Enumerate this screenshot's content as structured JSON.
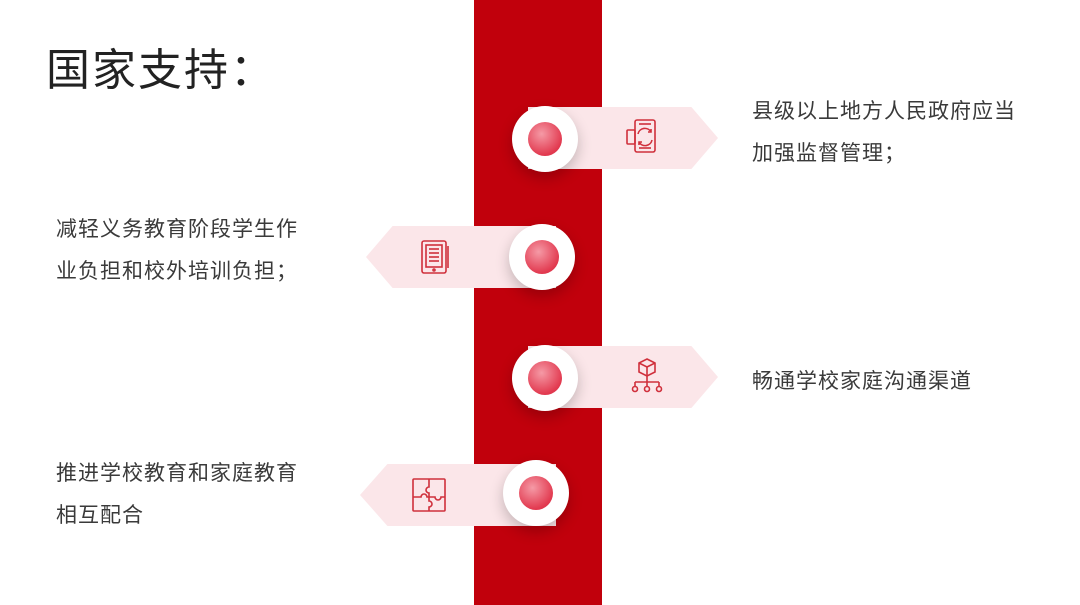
{
  "title": "国家支持：",
  "items": [
    {
      "lines": [
        "县级以上地方人民政府应当",
        "加强监督管理；"
      ],
      "icon": "mobile-sync-icon"
    },
    {
      "lines": [
        "减轻义务教育阶段学生作",
        "业负担和校外培训负担；"
      ],
      "icon": "tablet-document-icon"
    },
    {
      "lines": [
        "畅通学校家庭沟通渠道"
      ],
      "icon": "network-hierarchy-icon"
    },
    {
      "lines": [
        "推进学校教育和家庭教育",
        "相互配合"
      ],
      "icon": "puzzle-icon"
    }
  ],
  "colors": {
    "spine": "#c1000c",
    "tag": "#fbe6e9",
    "accent": "#e23a50",
    "icon": "#d0303c"
  }
}
